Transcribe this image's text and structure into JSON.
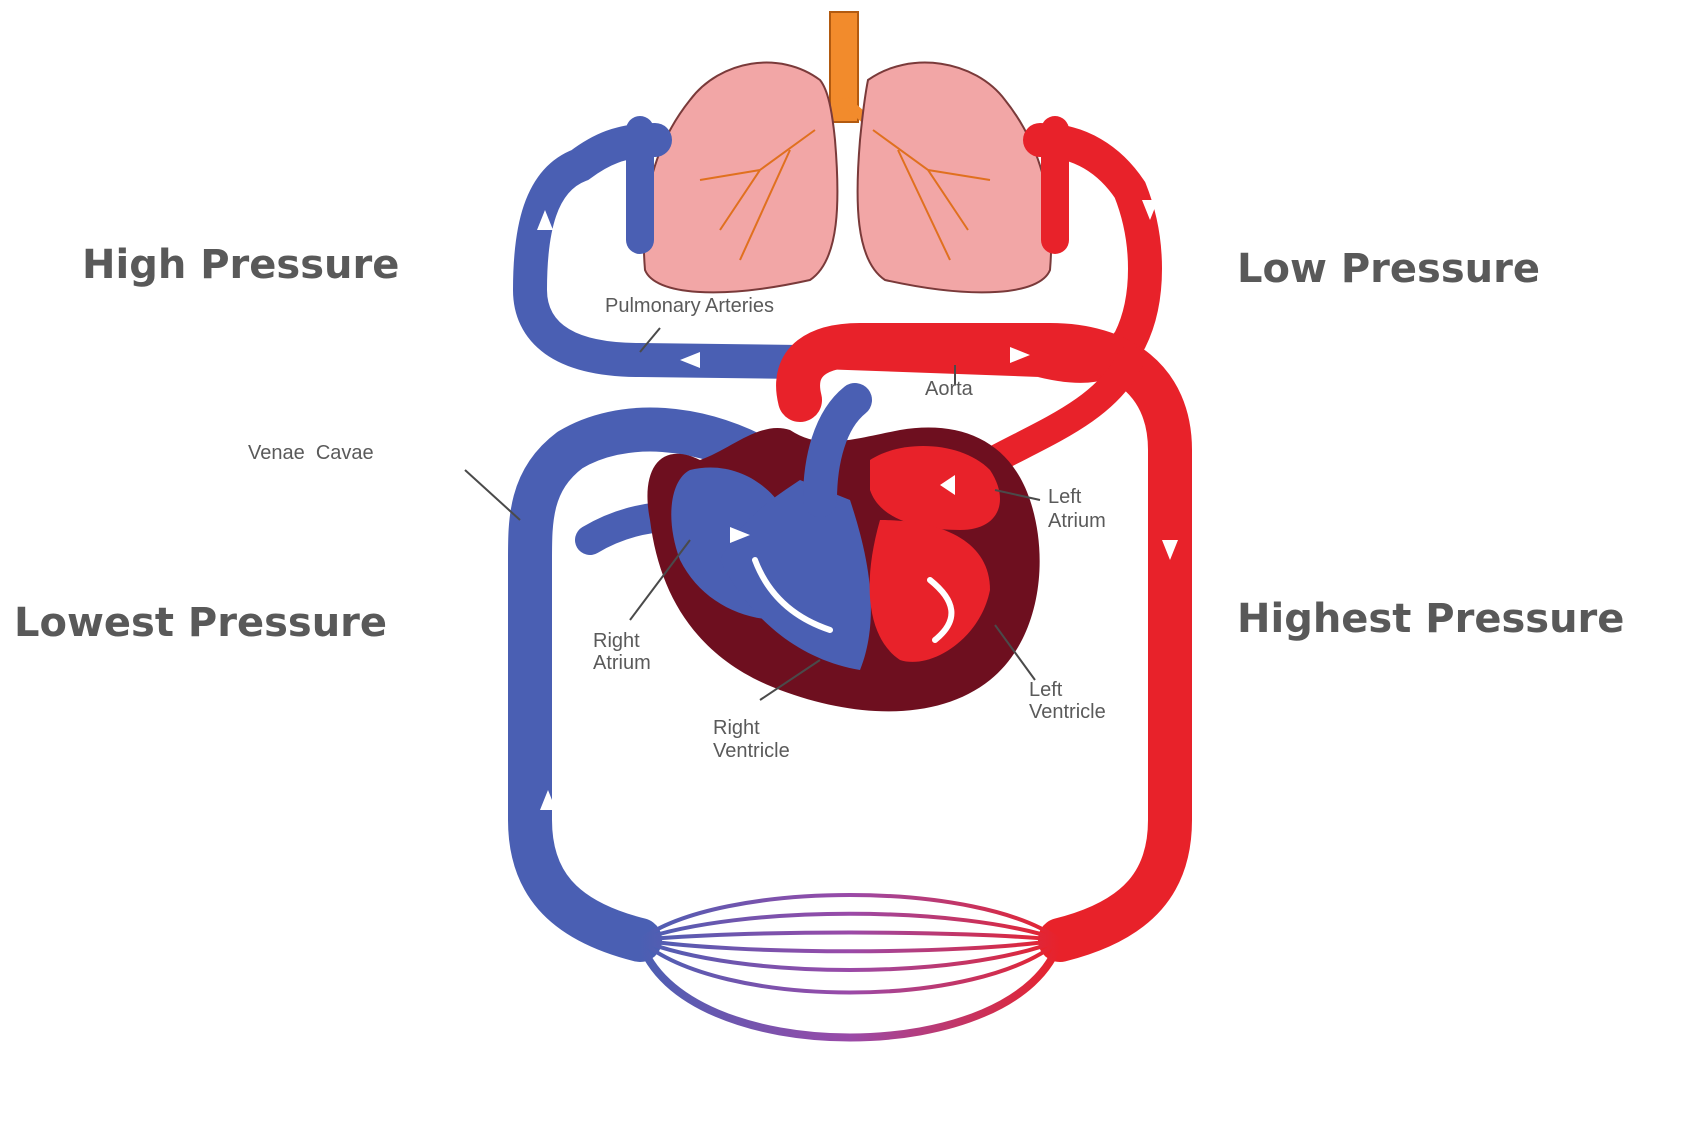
{
  "diagram": {
    "pressure_labels": {
      "top_left": "High Pressure",
      "top_right": "Low Pressure",
      "bottom_left": "Lowest Pressure",
      "bottom_right": "Highest Pressure"
    },
    "anatomy_labels": {
      "pulmonary_arteries": "Pulmonary Arteries",
      "aorta": "Aorta",
      "venae_cavae": "Venae  Cavae",
      "left_atrium": [
        "Left",
        "Atrium"
      ],
      "right_atrium": [
        "Right",
        "Atrium"
      ],
      "left_ventricle": [
        "Left",
        "Ventricle"
      ],
      "right_ventricle": [
        "Right",
        "Ventricle"
      ]
    },
    "colors": {
      "deoxygenated": "#4a5fb3",
      "oxygenated": "#e8222a",
      "lung": "#f2a6a6",
      "lung_outline": "#7a3a3a",
      "trachea": "#f28b2c",
      "heart_wall": "#6e0f1f",
      "label_text": "#5a5a5a"
    }
  }
}
